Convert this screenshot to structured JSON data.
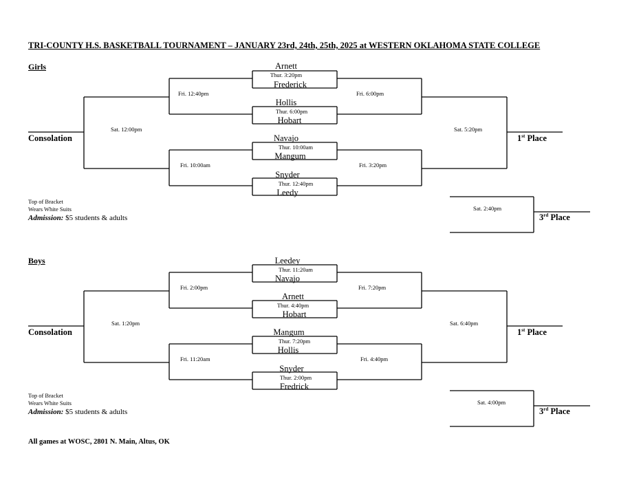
{
  "title": "TRI-COUNTY H.S. BASKETBALL TOURNAMENT – JANUARY 23rd, 24th, 25th, 2025 at WESTERN OKLAHOMA STATE COLLEGE",
  "girls": {
    "heading": "Girls",
    "games": [
      {
        "top": "Arnett",
        "time": "Thur. 3:20pm",
        "bottom": "Frederick"
      },
      {
        "top": "Hollis",
        "time": "Thur. 6:00pm",
        "bottom": "Hobart"
      },
      {
        "top": "Navajo",
        "time": "Thur. 10:00am",
        "bottom": "Mangum"
      },
      {
        "top": "Snyder",
        "time": "Thur. 12:40pm",
        "bottom": "Leedy"
      }
    ],
    "consolation_r1_top": "Fri. 12:40pm",
    "consolation_r1_bottom": "Fri. 10:00am",
    "consolation_final": "Sat. 12:00pm",
    "winner_r1_top": "Fri.  6:00pm",
    "winner_r1_bottom": "Fri. 3:20pm",
    "championship": "Sat. 5:20pm",
    "third_place_game": "Sat. 2:40pm",
    "consolation_label": "Consolation",
    "first_place": {
      "num": "1",
      "sup": "st",
      "word": "Place"
    },
    "third_place": {
      "num": "3",
      "sup": "rd",
      "word": "Place"
    },
    "note_line1": "Top of Bracket",
    "note_line2": "Wears White Suits",
    "admission_label": "Admission:",
    "admission_text": "$5 students & adults"
  },
  "boys": {
    "heading": "Boys",
    "games": [
      {
        "top": "Leedey",
        "time": "Thur. 11:20am",
        "bottom": "Navajo"
      },
      {
        "top": "Arnett",
        "time": "Thur. 4:40pm",
        "bottom": "Hobart"
      },
      {
        "top": "Mangum",
        "time": "Thur. 7:20pm",
        "bottom": "Hollis"
      },
      {
        "top": "Snyder",
        "time": "Thur. 2:00pm",
        "bottom": "Fredrick"
      }
    ],
    "consolation_r1_top": "Fri. 2:00pm",
    "consolation_r1_bottom": "Fri. 11:20am",
    "consolation_final": "Sat. 1:20pm",
    "winner_r1_top": "Fri. 7:20pm",
    "winner_r1_bottom": "Fri. 4:40pm",
    "championship": "Sat. 6:40pm",
    "third_place_game": "Sat. 4:00pm",
    "consolation_label": "Consolation",
    "first_place": {
      "num": "1",
      "sup": "st",
      "word": "Place"
    },
    "third_place": {
      "num": "3",
      "sup": "rd",
      "word": "Place"
    },
    "note_line1": "Top of Bracket",
    "note_line2": "Wears White Suits",
    "admission_label": "Admission:",
    "admission_text": "$5 students & adults"
  },
  "footer": "All games at WOSC, 2801 N. Main, Altus, OK"
}
